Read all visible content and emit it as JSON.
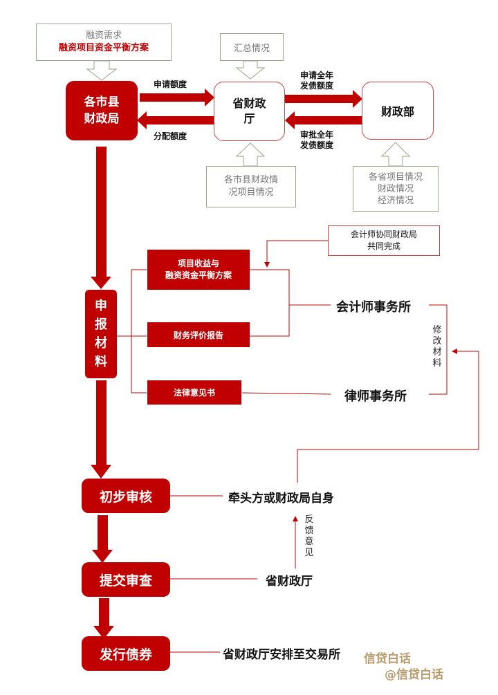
{
  "top": {
    "demand_box": {
      "line1": "融资需求",
      "line2": "融资项目资金平衡方案"
    },
    "summary_box": "汇总情况",
    "city_bureau": {
      "line1": "各市县",
      "line2": "财政局"
    },
    "provincial_dept": {
      "line1": "省财政",
      "line2": "厅"
    },
    "ministry": "财政部",
    "apply_quota": "申请额度",
    "allocate_quota": "分配额度",
    "apply_annual": {
      "line1": "申请全年",
      "line2": "发债额度"
    },
    "approve_annual": {
      "line1": "审批全年",
      "line2": "发债额度"
    },
    "city_info_box": {
      "line1": "各市县财政情",
      "line2": "况项目情况"
    },
    "province_info_box": {
      "line1": "各省项目情况",
      "line2": "财政情况",
      "line3": "经济情况"
    }
  },
  "materials": {
    "accountant_note": {
      "line1": "会计师协同财政局",
      "line2": "共同完成"
    },
    "project_plan": {
      "line1": "项目收益与",
      "line2": "融资资金平衡方案"
    },
    "finance_report": "财务评价报告",
    "legal_opinion": "法律意见书",
    "accounting_firm": "会计师事务所",
    "law_firm": "律师事务所",
    "revise": "修改材料",
    "apply_materials": "申报材料"
  },
  "steps": {
    "preliminary_review": "初步审核",
    "submit_review": "提交审查",
    "issue_bonds": "发行债券"
  },
  "actors": {
    "lead_party": "牵头方或财政局自身",
    "feedback": "反馈意见",
    "provincial_dept": "省财政厅",
    "arrange_exchange": "省财政厅安排至交易所"
  },
  "watermark": {
    "line1": "信贷白话",
    "line2": "@信贷白话"
  },
  "colors": {
    "primary_red": "#c00000",
    "grey_border": "#9aa88a"
  }
}
